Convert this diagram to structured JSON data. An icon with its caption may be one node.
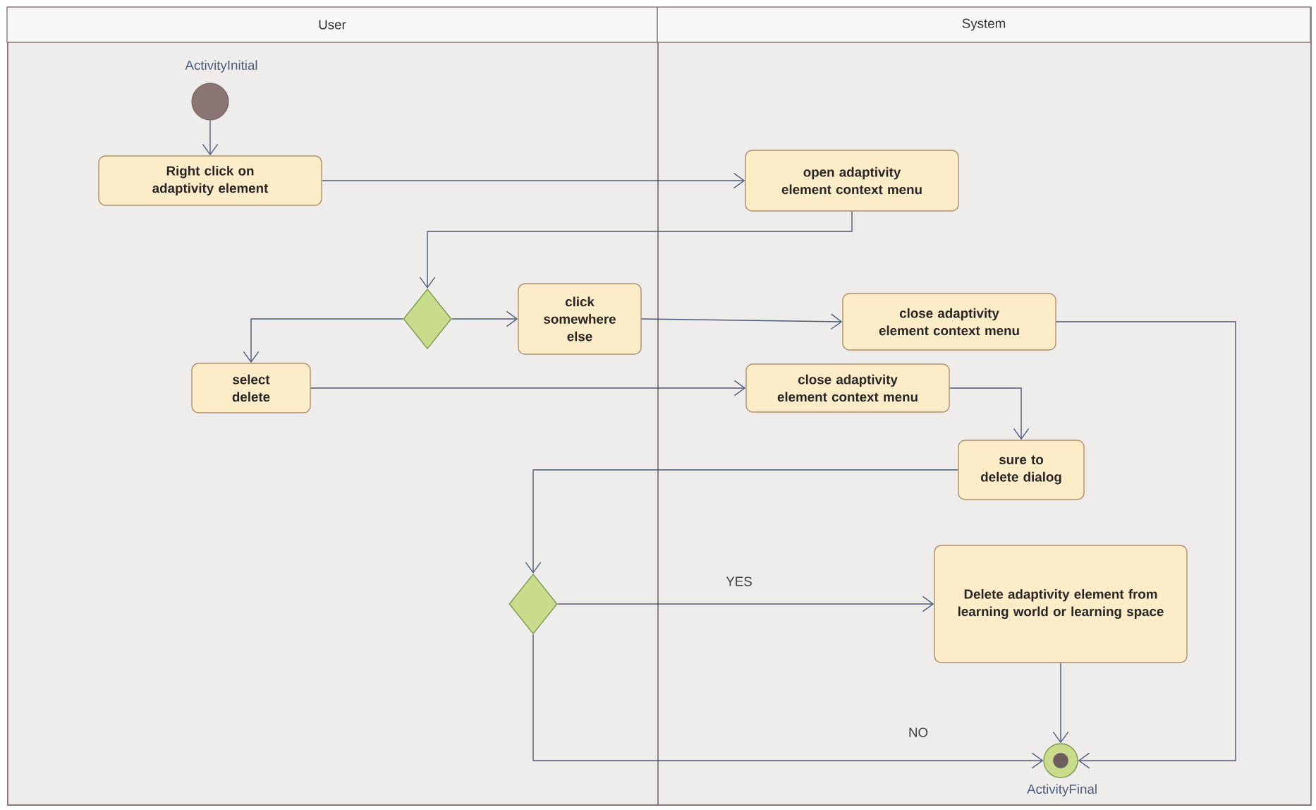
{
  "diagram": {
    "nodes": [
      {
        "text": [
          "User"
        ]
      },
      {
        "text": [
          "System"
        ]
      },
      {
        "text": [],
        "shape": "circle",
        "beside": [
          "ActivityInitial"
        ],
        "in": 0
      },
      {
        "text": [
          "Right click on adaptivity element"
        ],
        "in": 0
      },
      {
        "text": [
          "open adaptivity element context menu"
        ],
        "in": 1
      },
      {
        "text": [],
        "shape": "diamond",
        "in": 0
      },
      {
        "text": [
          "click somewhere else"
        ],
        "in": 0
      },
      {
        "text": [
          "close adaptivity element context menu"
        ],
        "in": 1
      },
      {
        "text": [
          "select delete"
        ],
        "in": 0
      },
      {
        "text": [
          "close adaptivity element context menu"
        ],
        "in": 1
      },
      {
        "text": [
          "sure to delete dialog"
        ],
        "in": 1
      },
      {
        "text": [],
        "shape": "diamond",
        "in": 0
      },
      {
        "text": [
          "Delete adaptivity element from learning world or learning space"
        ],
        "in": 1
      },
      {
        "text": [],
        "shape": "circle",
        "beside": [
          "ActivityFinal"
        ],
        "in": 1
      }
    ],
    "edges": [
      {
        "from": 2,
        "to": 3,
        "arrow": "to"
      },
      {
        "from": 3,
        "to": 4,
        "arrow": "to"
      },
      {
        "from": 4,
        "to": 5,
        "arrow": "to"
      },
      {
        "from": 5,
        "to": 6,
        "arrow": "to"
      },
      {
        "from": 5,
        "to": 8,
        "arrow": "to"
      },
      {
        "from": 6,
        "to": 7,
        "arrow": "to"
      },
      {
        "from": 8,
        "to": 9,
        "arrow": "to"
      },
      {
        "from": 9,
        "to": 10,
        "arrow": "to"
      },
      {
        "from": 10,
        "to": 11,
        "arrow": "to"
      },
      {
        "from": 11,
        "to": 12,
        "arrow": "to",
        "label": "YES"
      },
      {
        "from": 11,
        "to": 13,
        "arrow": "to",
        "label": "NO"
      },
      {
        "from": 12,
        "to": 13,
        "arrow": "to"
      },
      {
        "from": 7,
        "to": 13,
        "arrow": "to"
      }
    ]
  }
}
